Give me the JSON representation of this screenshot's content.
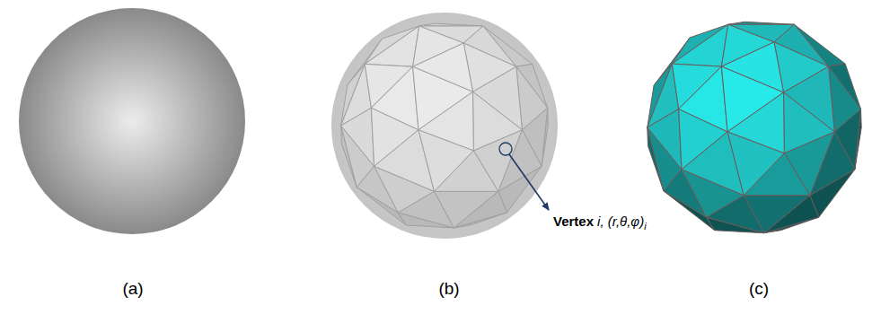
{
  "diagram": {
    "labels": [
      "Vertex",
      "i, (r,θ,φ)",
      "i",
      "(a)",
      "(b)",
      "(c)"
    ]
  }
}
